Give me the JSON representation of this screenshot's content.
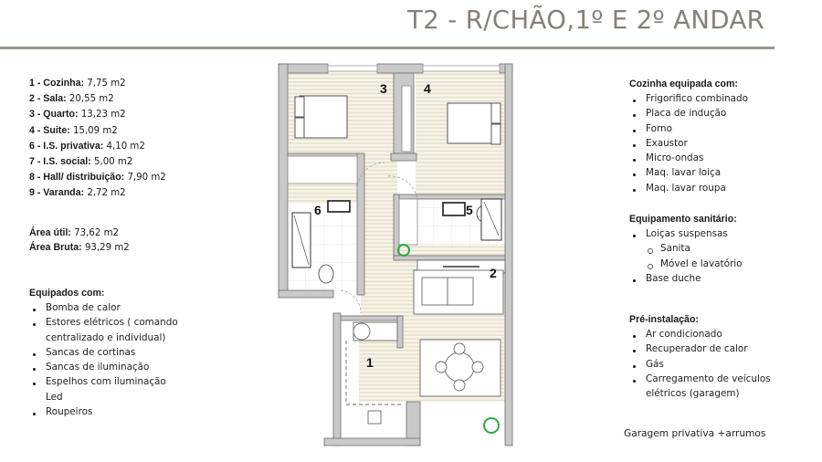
{
  "header": {
    "title": "T2 - R/CHÃO,1º E 2º ANDAR"
  },
  "areas": [
    {
      "label": "1 - Cozinha:",
      "value": "7,75 m2"
    },
    {
      "label": "2 - Sala:",
      "value": "20,55 m2"
    },
    {
      "label": "3 - Quarto:",
      "value": "13,23 m2"
    },
    {
      "label": "4 - Suite:",
      "value": "15,09 m2"
    },
    {
      "label": "6 - I.S. privativa:",
      "value": "4,10 m2"
    },
    {
      "label": "7 - I.S. social:",
      "value": "5,00 m2"
    },
    {
      "label": "8 - Hall/ distribuição:",
      "value": "7,90 m2"
    },
    {
      "label": "9 - Varanda:",
      "value": "2,72 m2"
    }
  ],
  "totals": [
    {
      "label": "Área útil:",
      "value": "73,62 m2"
    },
    {
      "label": "Área Bruta:",
      "value": "93,29 m2"
    }
  ],
  "equipped": {
    "heading": "Equipados com:",
    "items": [
      {
        "text": "Bomba de calor"
      },
      {
        "text": "Estores elétricos ( comando",
        "cont": "centralizado e individual)"
      },
      {
        "text": "Sancas de cortinas"
      },
      {
        "text": "Sancas de iluminação"
      },
      {
        "text": "Espelhos com iluminação",
        "cont": "Led"
      },
      {
        "text": "Roupeiros"
      }
    ]
  },
  "kitchen": {
    "heading": "Cozinha equipada com:",
    "items": [
      "Frigorifico  combinado",
      "Placa de indução",
      "Forno",
      "Exaustor",
      "Micro-ondas",
      "Maq. lavar loiça",
      "Maq. lavar roupa"
    ]
  },
  "sanitary": {
    "heading": "Equipamento sanitário:",
    "items": [
      {
        "text": "Loiças suspensas",
        "level": 1
      },
      {
        "text": "Sanita",
        "level": 2
      },
      {
        "text": "Móvel e lavatório",
        "level": 2
      },
      {
        "text": "Base duche",
        "level": 1
      }
    ]
  },
  "preinstall": {
    "heading": "Pré-instalação:",
    "items": [
      {
        "text": "Ar condicionado"
      },
      {
        "text": "Recuperador de calor"
      },
      {
        "text": "Gás"
      },
      {
        "text": "Carregamento de veículos",
        "cont": "elétricos (garagem)"
      }
    ]
  },
  "footer_note": "Garagem privativa +arrumos",
  "floorplan": {
    "room_labels": {
      "r1": "1",
      "r2": "2",
      "r3": "3",
      "r4": "4",
      "r5": "5",
      "r6": "6"
    },
    "colors": {
      "wall": "#c8c8c8",
      "wall_edge": "#6e6e6e",
      "floor_stripe": "#e9e3d2",
      "plant": "#2fa84a"
    }
  }
}
